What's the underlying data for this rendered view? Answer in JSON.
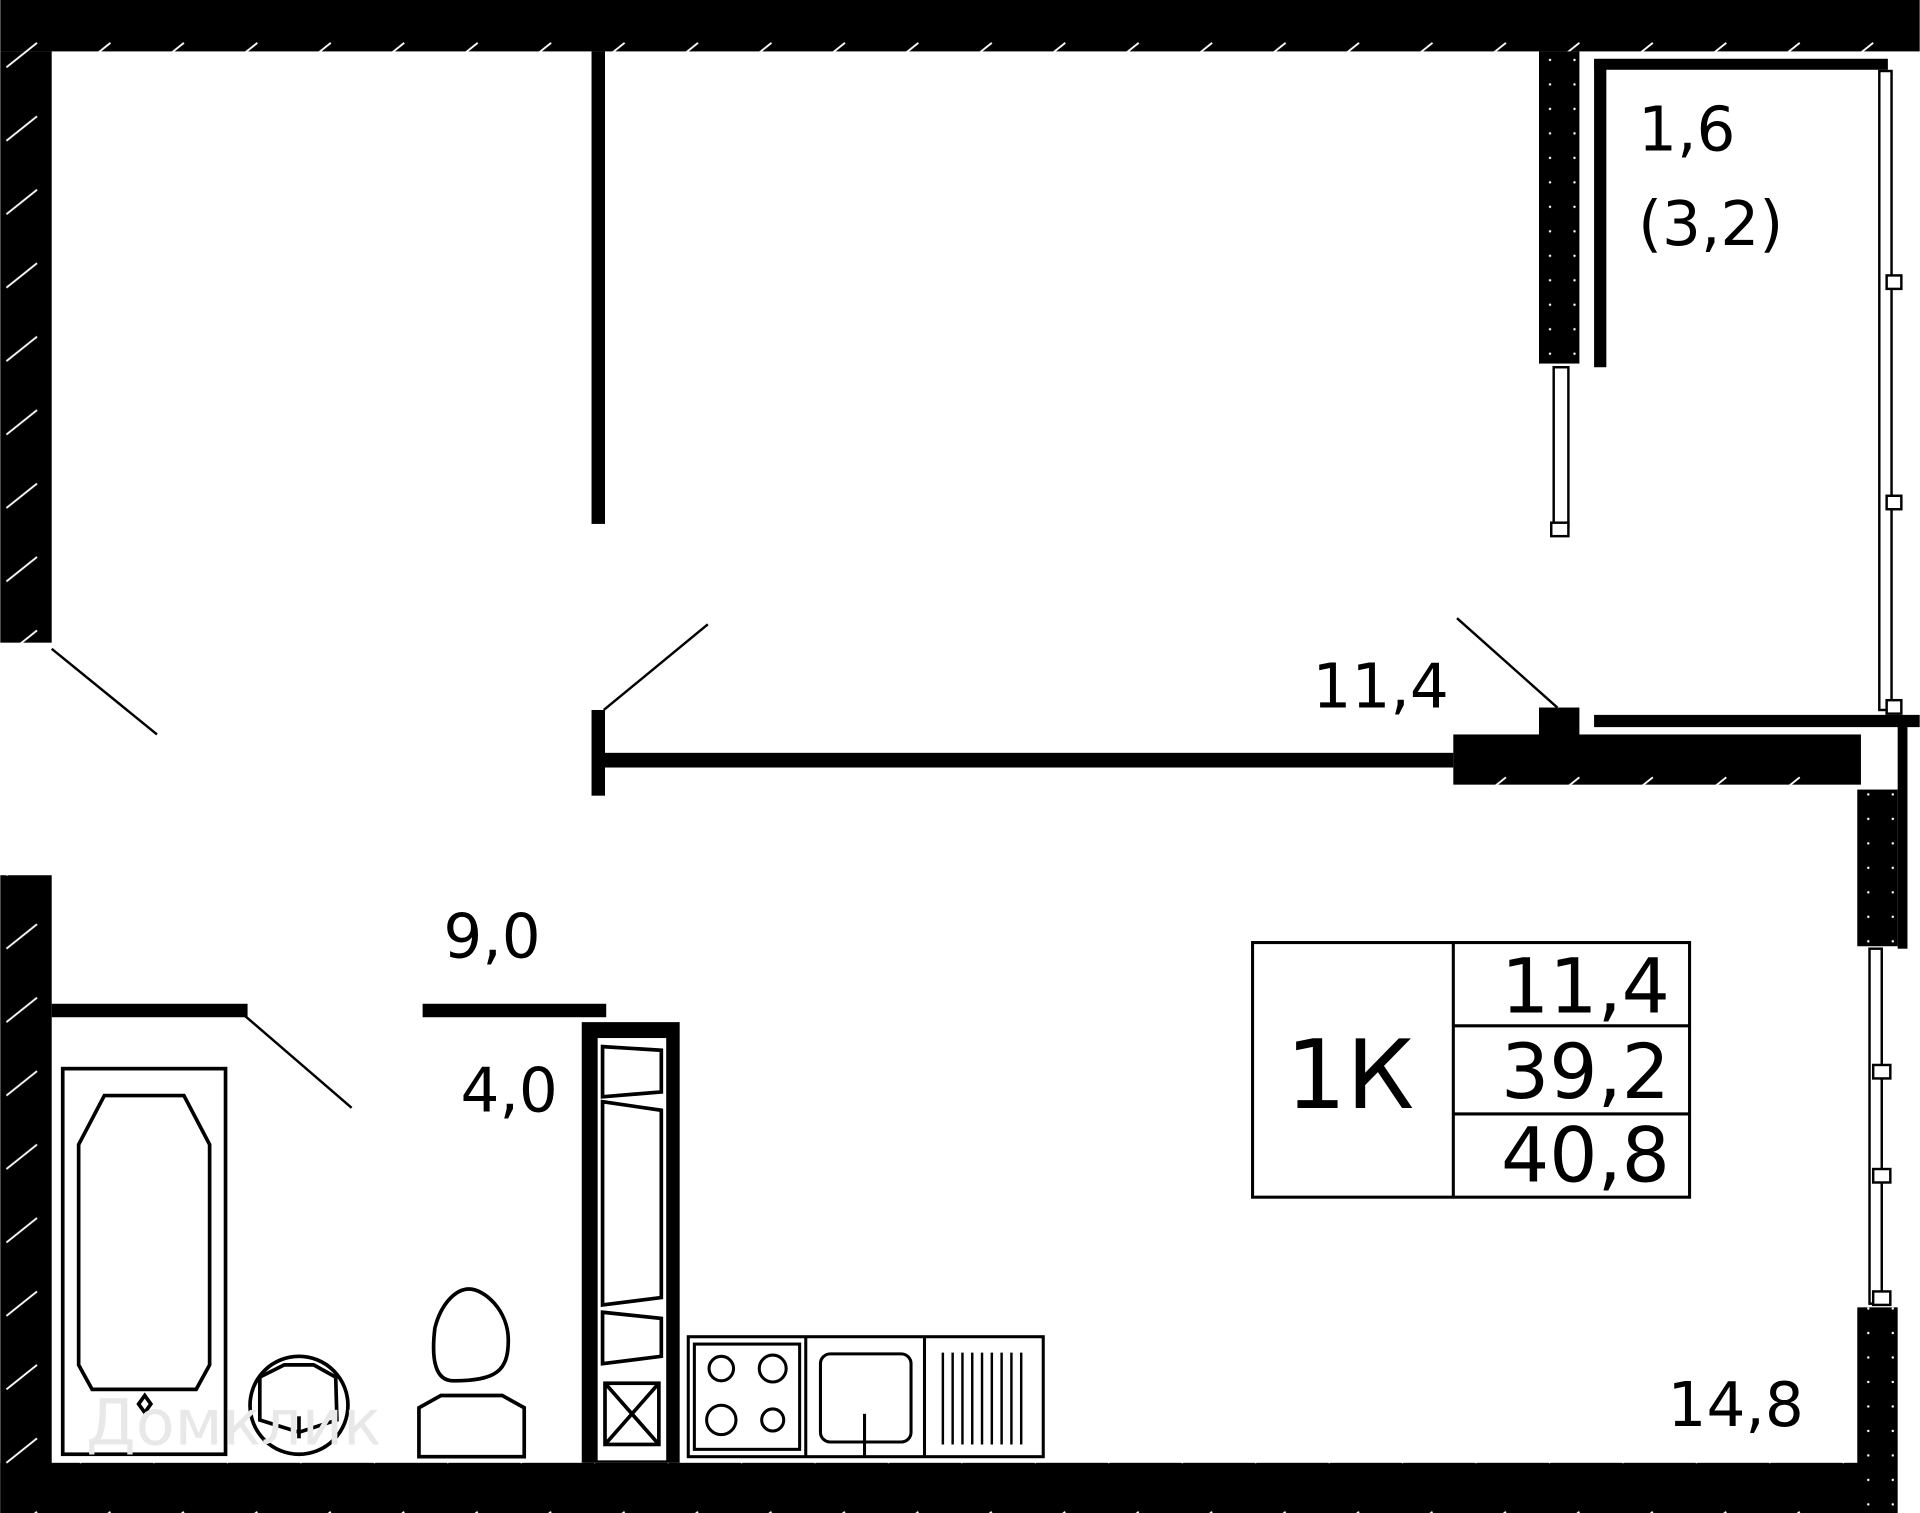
{
  "plan": {
    "balcony": {
      "area": "1,6",
      "area_full": "(3,2)"
    },
    "room_area": "11,4",
    "hall_area": "9,0",
    "bath_area": "4,0",
    "kitchen_area": "14,8"
  },
  "summary": {
    "type": "1К",
    "living_area": "11,4",
    "total_area": "39,2",
    "total_with_balcony": "40,8"
  },
  "watermark": "Домклик",
  "colors": {
    "wall": "#000000",
    "background": "#ffffff"
  }
}
